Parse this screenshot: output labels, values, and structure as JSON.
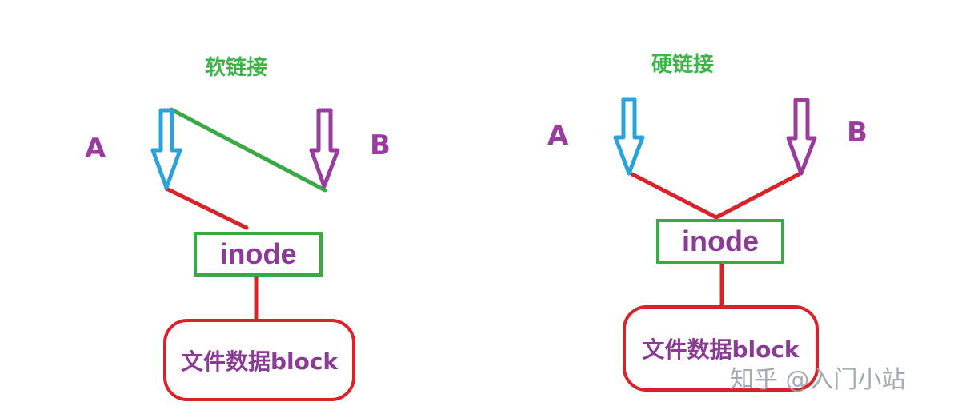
{
  "left_diagram": {
    "title": "软链接",
    "label_a": "A",
    "label_b": "B",
    "inode_label": "inode",
    "block_label": "文件数据block"
  },
  "right_diagram": {
    "title": "硬链接",
    "label_a": "A",
    "label_b": "B",
    "inode_label": "inode",
    "block_label": "文件数据block"
  },
  "watermark": "知乎 @入门小站",
  "colors": {
    "title_green": "#3bb44a",
    "arrow_a_blue": "#2aa3db",
    "arrow_b_purple": "#9a3c9e",
    "link_red": "#d8232a",
    "soft_link_green": "#3aa845",
    "text_purple": "#8b3a96"
  }
}
